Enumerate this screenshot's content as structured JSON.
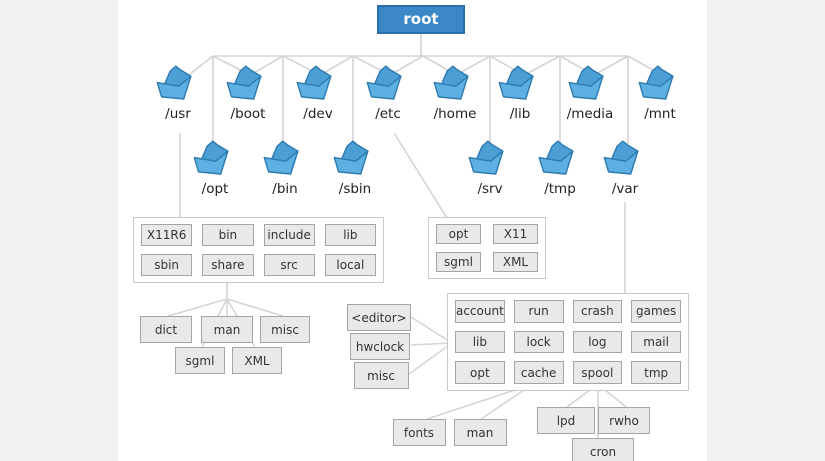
{
  "root_label": "root",
  "level1_folders": [
    "/usr",
    "/boot",
    "/dev",
    "/etc",
    "/home",
    "/lib",
    "/media",
    "/mnt"
  ],
  "level2_folders": [
    "/opt",
    "/bin",
    "/sbin",
    "/srv",
    "/tmp",
    "/var"
  ],
  "usr_children": [
    "X11R6",
    "bin",
    "include",
    "lib",
    "sbin",
    "share",
    "src",
    "local"
  ],
  "etc_children": [
    "opt",
    "X11",
    "sgml",
    "XML"
  ],
  "var_children": [
    "account",
    "run",
    "crash",
    "games",
    "lib",
    "lock",
    "log",
    "mail",
    "opt",
    "cache",
    "spool",
    "tmp"
  ],
  "usr_share_children": [
    "dict",
    "man",
    "misc",
    "sgml",
    "XML"
  ],
  "var_lib_children": [
    "<editor>",
    "hwclock",
    "misc"
  ],
  "var_cache_children": [
    "fonts",
    "man"
  ],
  "var_spool_children": [
    "lpd",
    "rwho",
    "cron"
  ],
  "colors": {
    "root_fill": "#3b87c7",
    "root_border": "#2b6ea9",
    "folder_fill": "#55a9dc",
    "folder_stroke": "#2e7bb1",
    "connector_line": "#d4d4d4",
    "child_box_fill": "#e9e9e9",
    "child_box_border": "#a5a5a5",
    "group_box_border": "#c9c9c9",
    "canvas": "#ffffff",
    "letterbox": "#f1f1f1"
  }
}
